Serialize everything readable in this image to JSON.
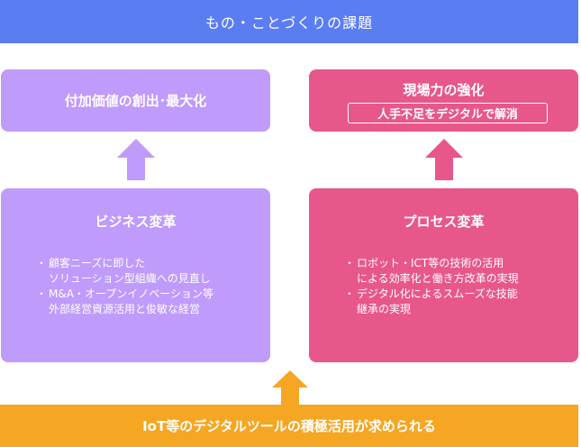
{
  "header": {
    "title": "もの・ことづくりの課題"
  },
  "goals": {
    "left": {
      "label": "付加価値の創出･最大化"
    },
    "right": {
      "label": "現場力の強化",
      "badge": "人手不足をデジタルで解消"
    }
  },
  "panels": {
    "left": {
      "title": "ビジネス変革",
      "bullets": [
        "顧客ニーズに即した\nソリューション型組織への見直し",
        "M&A・オープンイノベーション等\n外部経営資源活用と俊敏な経営"
      ]
    },
    "right": {
      "title": "プロセス変革",
      "bullets": [
        "ロボット・ICT等の技術の活用\nによる効率化と働き方改革の実現",
        "デジタル化によるスムーズな技能\n継承の実現"
      ]
    }
  },
  "footer": {
    "text": "IoT等のデジタルツールの積極活用が求められる"
  },
  "colors": {
    "header_bg": "#5b7df2",
    "purple": "#bf9bfb",
    "pink": "#e8578c",
    "orange": "#f5a623"
  },
  "icons": {
    "up_arrow_left": "up-arrow-icon",
    "up_arrow_right": "up-arrow-icon",
    "up_arrow_bottom": "up-arrow-icon"
  }
}
